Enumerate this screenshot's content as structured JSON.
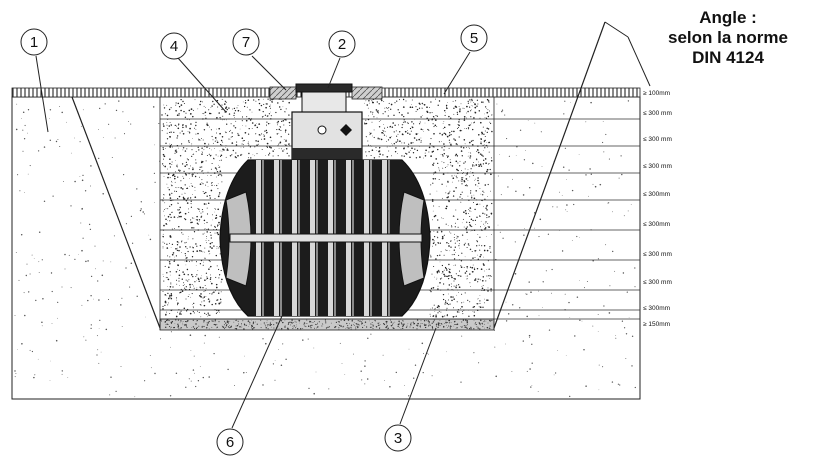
{
  "angle_note": {
    "line1": "Angle :",
    "line2": "selon la norme",
    "line3": "DIN 4124"
  },
  "callouts": [
    {
      "id": "1",
      "label": "1"
    },
    {
      "id": "2",
      "label": "2"
    },
    {
      "id": "3",
      "label": "3"
    },
    {
      "id": "4",
      "label": "4"
    },
    {
      "id": "5",
      "label": "5"
    },
    {
      "id": "6",
      "label": "6"
    },
    {
      "id": "7",
      "label": "7"
    }
  ],
  "layer_labels": [
    "≥ 100mm",
    "≤ 300 mm",
    "≤ 300 mm",
    "≤ 300 mm",
    "≤ 300mm",
    "≤ 300mm",
    "≤ 300 mm",
    "≤ 300 mm",
    "≤ 300mm",
    "≥ 150mm"
  ],
  "colors": {
    "line": "#222222",
    "ink": "#111111",
    "tank_dark": "#1a1a1a",
    "tank_light": "#c8c8c8",
    "paving": "#d2d2d2"
  }
}
